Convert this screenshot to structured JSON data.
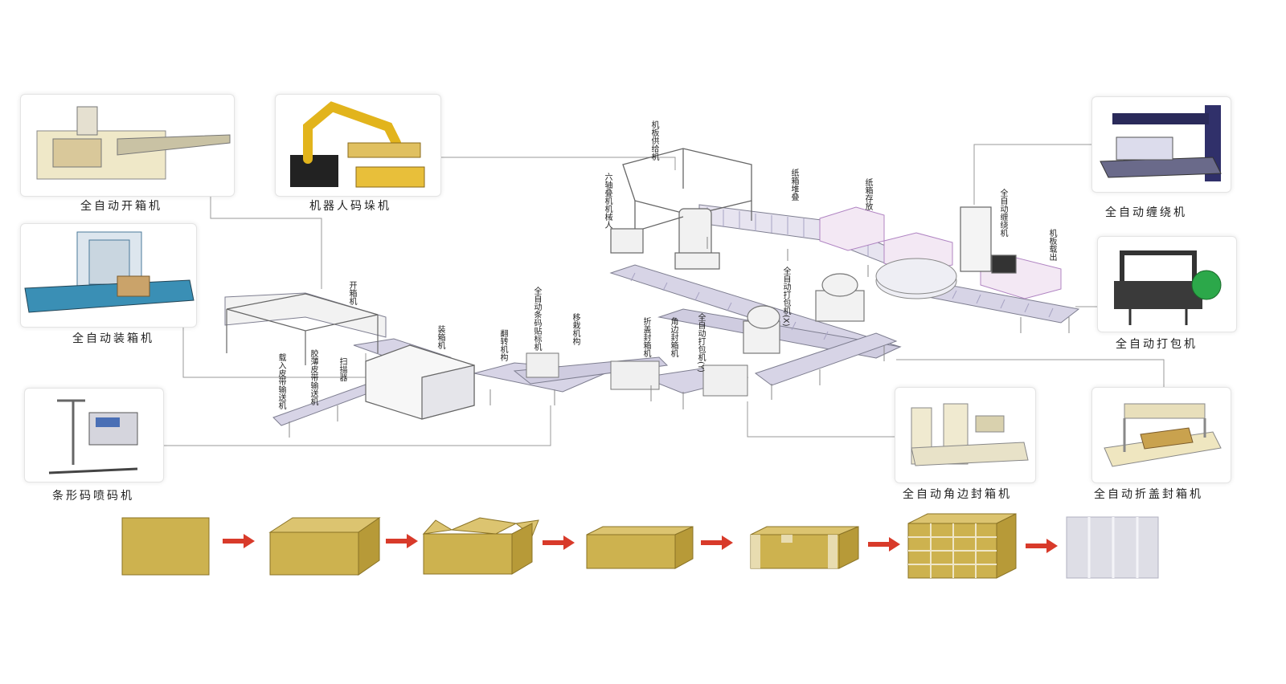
{
  "machines": [
    {
      "key": "open-case",
      "label": "全自动开箱机"
    },
    {
      "key": "palletizer",
      "label": "机器人码垛机"
    },
    {
      "key": "case-packer",
      "label": "全自动装箱机"
    },
    {
      "key": "inkjet",
      "label": "条形码喷码机"
    },
    {
      "key": "wrapper",
      "label": "全自动缠绕机"
    },
    {
      "key": "strapper",
      "label": "全自动打包机"
    },
    {
      "key": "corner-sealer",
      "label": "全自动角边封箱机"
    },
    {
      "key": "flap-sealer",
      "label": "全自动折盖封箱机"
    }
  ],
  "line_labels": [
    {
      "key": "paperboard-supply",
      "text": "机板供给机"
    },
    {
      "key": "six-axis-robot",
      "text": "六轴叠机机械人"
    },
    {
      "key": "carton-stacking",
      "text": "纸箱堆叠"
    },
    {
      "key": "carton-storage",
      "text": "纸箱存放"
    },
    {
      "key": "full-auto-wrapper",
      "text": "全自动缠绕机"
    },
    {
      "key": "board-output",
      "text": "机板载出"
    },
    {
      "key": "strap-1",
      "text": "全自动打包机(X)"
    },
    {
      "key": "case-opening",
      "text": "开箱机"
    },
    {
      "key": "load-conveyor",
      "text": "载入皮带输送机"
    },
    {
      "key": "film-conveyor",
      "text": "胶薄皮带输送机"
    },
    {
      "key": "scanner",
      "text": "扫描器"
    },
    {
      "key": "case-packing",
      "text": "装箱机"
    },
    {
      "key": "flip-mechanism",
      "text": "翻转机构"
    },
    {
      "key": "barcode-labeler",
      "text": "全自动条码贴标机"
    },
    {
      "key": "transfer-mechanism",
      "text": "移栽机构"
    },
    {
      "key": "flap-sealer-line",
      "text": "折盖封箱机"
    },
    {
      "key": "corner-sealer-line",
      "text": "角边封箱机"
    },
    {
      "key": "strap-2",
      "text": "全自动打包机(Y)"
    }
  ],
  "process_steps": [
    "flat-box",
    "open-box",
    "flaps-open",
    "sealed-box",
    "strapped-box",
    "pallet-stack",
    "pallet-wrapped"
  ],
  "colors": {
    "box_face": "#cdb24f",
    "box_top": "#dcc470",
    "box_side": "#b79a38",
    "arrow": "#d83a2a",
    "conveyor": "#8c8c9c",
    "line": "#9a9a9a"
  }
}
